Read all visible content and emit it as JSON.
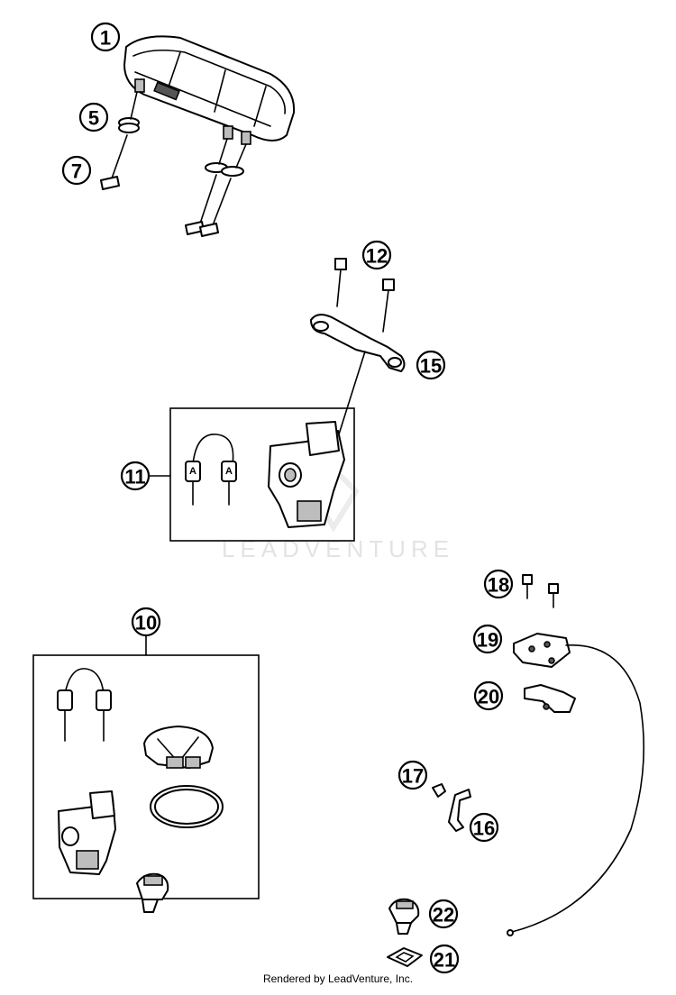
{
  "diagram": {
    "callouts": {
      "c1": "1",
      "c5": "5",
      "c7": "7",
      "c12": "12",
      "c15": "15",
      "c11": "11",
      "c10": "10",
      "c18": "18",
      "c19": "19",
      "c20": "20",
      "c17": "17",
      "c16": "16",
      "c22": "22",
      "c21": "21"
    },
    "key_letter": "A",
    "watermark": "LEADVENTURE",
    "footer": "Rendered by LeadVenture, Inc."
  }
}
